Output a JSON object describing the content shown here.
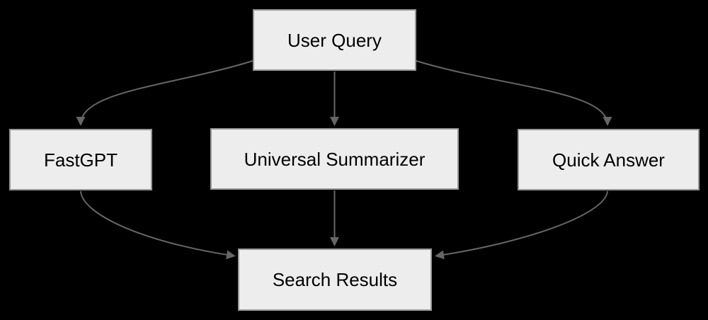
{
  "diagram": {
    "type": "flowchart",
    "background_color": "#000000",
    "node_fill_color": "#ededed",
    "node_border_color": "#999999",
    "edge_color": "#666666",
    "text_color": "#000000",
    "nodes": {
      "user_query": {
        "label": "User Query"
      },
      "fastgpt": {
        "label": "FastGPT"
      },
      "universal_summarizer": {
        "label": "Universal Summarizer"
      },
      "quick_answer": {
        "label": "Quick Answer"
      },
      "search_results": {
        "label": "Search Results"
      }
    },
    "edges": [
      {
        "from": "User Query",
        "to": "FastGPT"
      },
      {
        "from": "User Query",
        "to": "Universal Summarizer"
      },
      {
        "from": "User Query",
        "to": "Quick Answer"
      },
      {
        "from": "FastGPT",
        "to": "Search Results"
      },
      {
        "from": "Universal Summarizer",
        "to": "Search Results"
      },
      {
        "from": "Quick Answer",
        "to": "Search Results"
      }
    ]
  }
}
